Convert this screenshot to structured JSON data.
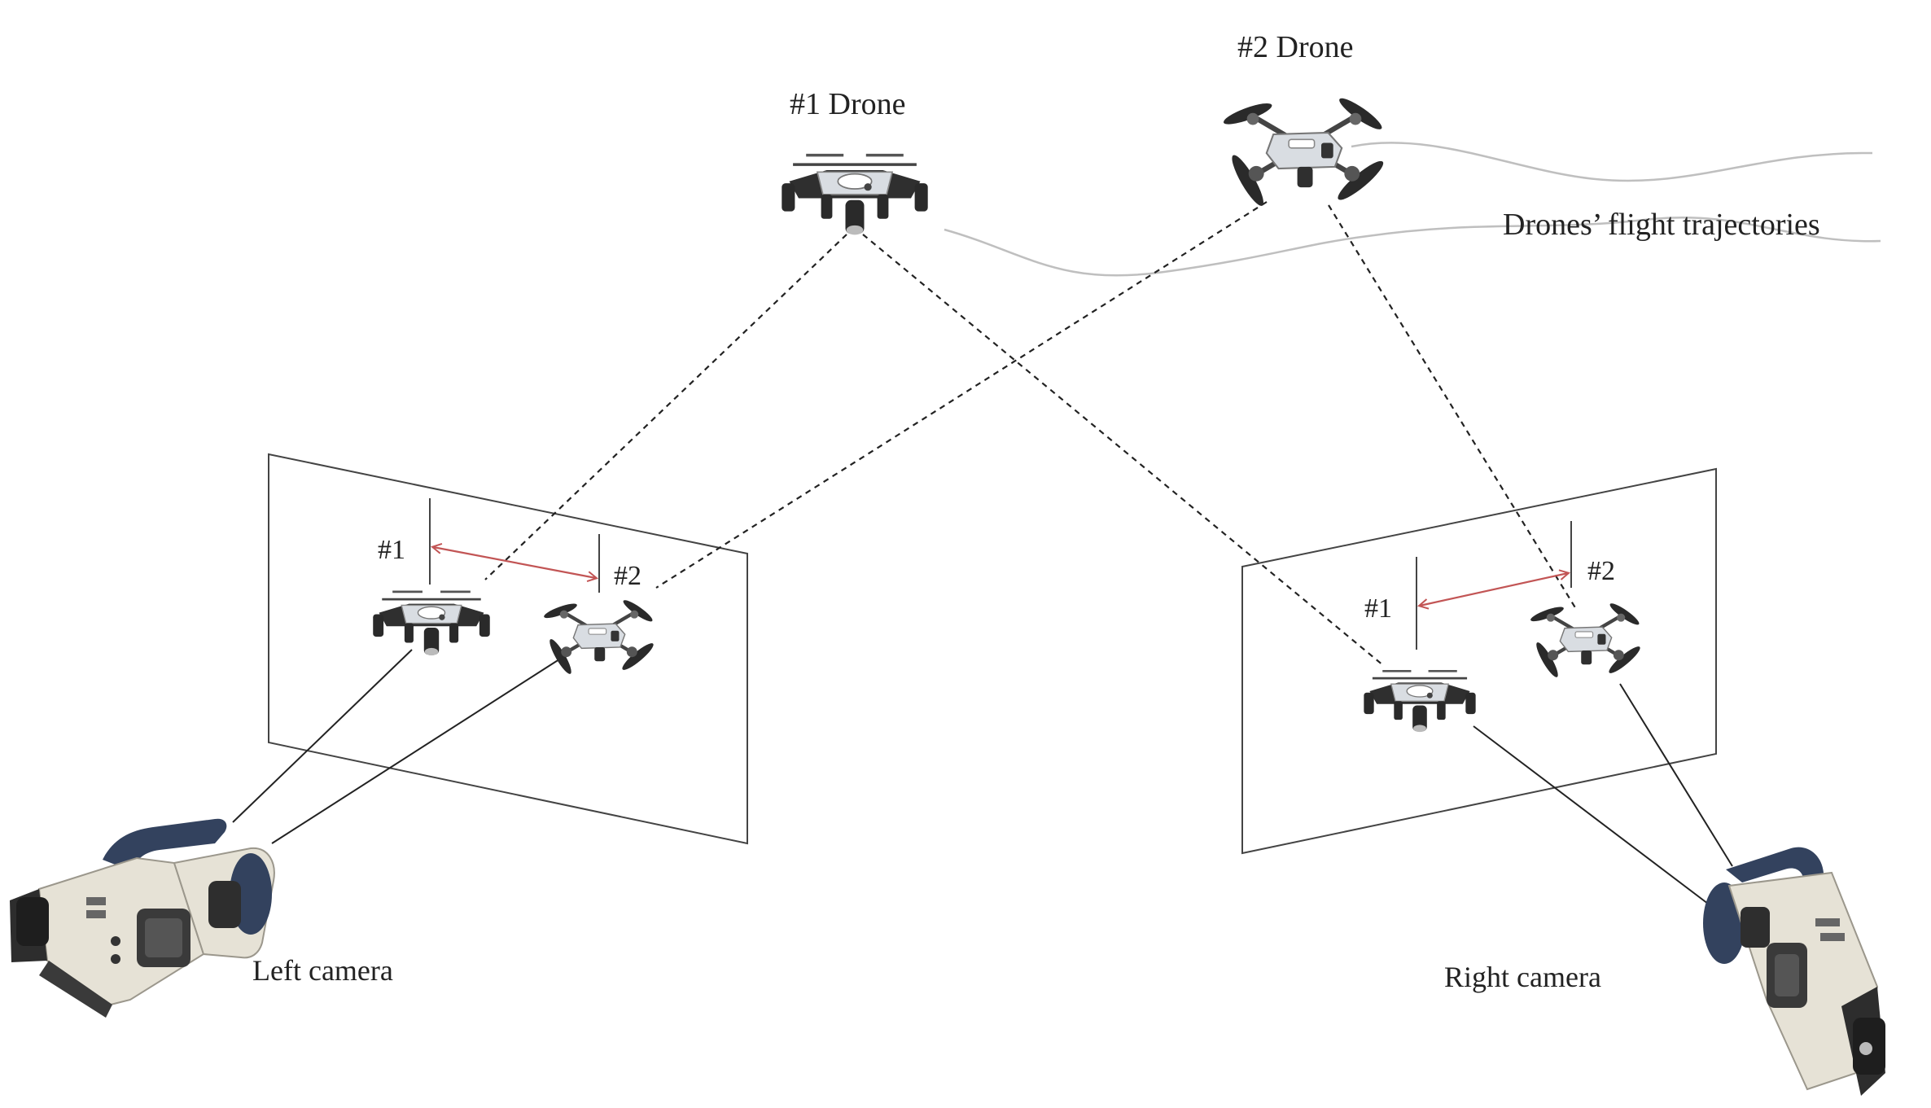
{
  "labels": {
    "drone1": "#1 Drone",
    "drone2": "#2 Drone",
    "trajectories": "Drones’ flight trajectories",
    "left_camera": "Left camera",
    "right_camera": "Right camera",
    "left_tag1": "#1",
    "left_tag2": "#2",
    "right_tag1": "#1",
    "right_tag2": "#2"
  },
  "colors": {
    "disparity_arrow": "#c25555",
    "lines": "#222222",
    "trajectory": "#bfbfbf",
    "drone_body": "#3a3a3a",
    "drone_shell": "#d9dde2",
    "camera_body": "#e6e2d6",
    "camera_grip": "#33425e"
  }
}
